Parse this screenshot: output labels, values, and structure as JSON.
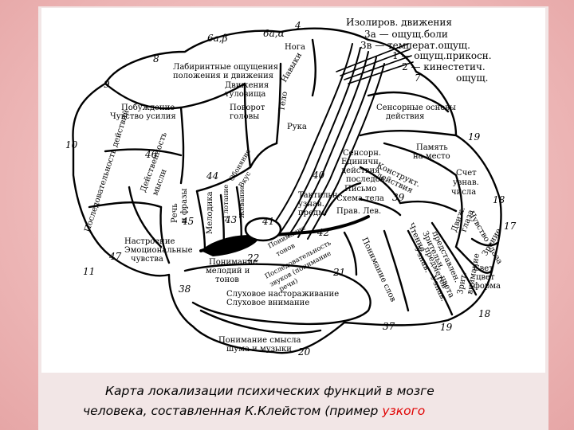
{
  "colors": {
    "accent_red": "#e00000",
    "background": "#eeb9b9"
  },
  "diagram": {
    "labels": {
      "isolated_movement": "Изолиров. движения",
      "pain": "3а — ощущ.боли",
      "temperature": "3в — температ.ощущ.",
      "touch": "1 — ощущ.прикосн.",
      "kinesthetic_1": "2 — кинестетич.",
      "kinesthetic_2": "ощущ.",
      "num_7": "7",
      "num_4": "4",
      "area_6ab": "6а,β",
      "area_6aa": "6а,α",
      "num_8": "8",
      "num_9": "9",
      "num_10": "10",
      "num_11": "11",
      "num_47": "47",
      "num_46": "46",
      "num_38": "38",
      "num_40": "40",
      "num_39": "39",
      "num_19_top": "19",
      "num_19_bottom": "19",
      "num_18_top": "18",
      "num_18_bottom": "18",
      "num_17": "17",
      "num_37": "37",
      "num_21": "21",
      "num_20": "20",
      "num_22": "22",
      "num_42": "42",
      "num_43": "43",
      "num_44": "44",
      "num_45": "45",
      "num_41": "41",
      "leg": "Нога",
      "skills": "Навыки",
      "labyrinth_1": "Лабиринтные ощущения",
      "labyrinth_2": "положения и движения",
      "trunk_1": "Движения",
      "trunk_2": "туловища",
      "turn_1": "Поворот",
      "turn_2": "головы",
      "hand": "Рука",
      "body": "Тело",
      "sensory_1": "Сенсорные основы",
      "sensory_2": "действия",
      "motivation_1": "Побуждение",
      "motivation_2": "Чувство усилия",
      "memory_1": "Память",
      "memory_2": "на место",
      "sensory_unit_1": "Сенсорн.",
      "sensory_unit_2": "Единичн.",
      "sensory_unit_3": "действия",
      "construct_1": "Конструкт.",
      "construct_2": "действия",
      "sequence_1": "последов.",
      "writing": "Письмо",
      "body_scheme_1": "Схема тела",
      "body_scheme_2": "Прав.   Лев.",
      "counting_1": "Счет",
      "counting_2": "узнав.",
      "counting_3": "числа",
      "tactile_1": "Тактильн.",
      "tactile_2": "узнав.",
      "tactile_3": "предм.",
      "sequence_actions": "Последовательность действий",
      "effectiveness": "Действенность",
      "thinking": "мысли",
      "speech_1": "Речь",
      "speech_2": "и фразы",
      "melodic": "Мелодика",
      "mood_1": "Настроение",
      "mood_2": "Эмоциональные",
      "mood_3": "чувства",
      "understanding_melody_1": "Понимание",
      "understanding_melody_2": "мелодий и",
      "understanding_melody_3": "тонов",
      "auditory_1": "Слуховое настораживание",
      "auditory_2": "Слуховое внимание",
      "meaning_1": "Понимание смысла",
      "meaning_2": "шума и музыки",
      "understanding_words": "Понимание слов",
      "reading": "Чтение",
      "visual_repr_1": "Зрительн.",
      "visual_repr_2": "представлен.",
      "visual_recog_1": "Узнав.",
      "visual_recog_2": "предметов",
      "color_recog_1": "Узнав.",
      "color_recog_2": "цвета",
      "movement_eyes_1": "Движ.",
      "movement_eyes_2": "глаза",
      "light_1": "Свет",
      "light_2": "цвет",
      "light_3": "форма",
      "vision": "Зрение",
      "feeling_eyes": "Чувство глаза",
      "vision_repr_1": "Зрит.",
      "vision_repr_2": "внимание",
      "sequence_sounds_1": "Последовательность",
      "sequence_sounds_2": "звуков (понимание",
      "sequence_sounds_3": "речи)",
      "understanding_words_sm": "Понимание",
      "tones": "тонов",
      "olfaction": "Обоняние",
      "taste": "Вкус",
      "swallow": "Глотание",
      "chewing": "Жевание"
    }
  },
  "caption": {
    "line1": "Карта локализации психических функций в мозге",
    "line2_main": "человека, составленная К.Клейстом (пример ",
    "line2_red": "узкого"
  }
}
